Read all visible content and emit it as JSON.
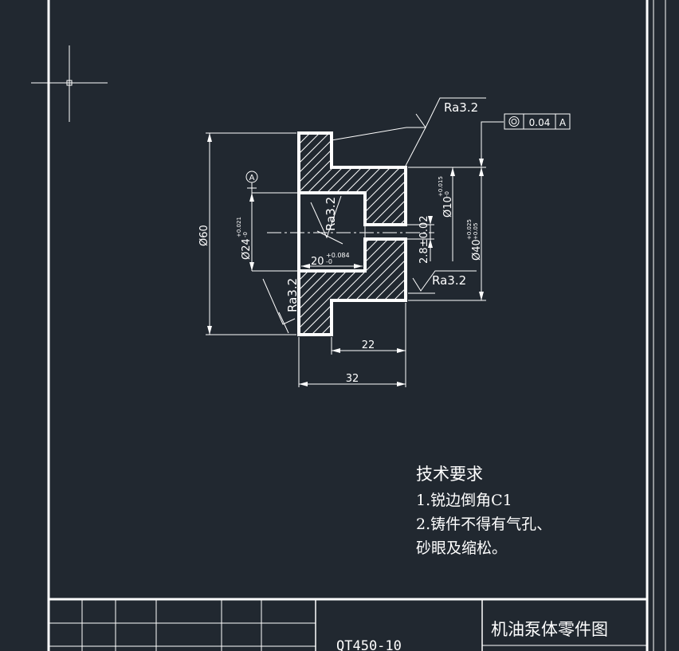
{
  "colors": {
    "background": "#212830",
    "line": "#ffffff"
  },
  "drawing": {
    "roughness_top": "Ra3.2",
    "roughness_right": "Ra3.2",
    "roughness_left": "Ra3.2",
    "roughness_bore": "Ra3.2",
    "tolerance_symbol": "concentricity-icon",
    "tolerance_value": "0.04",
    "datum_ref": "A",
    "datum_label": "A",
    "dims": {
      "d60": "Ø60",
      "d24_base": "Ø24",
      "d24_tol_upper": "+0.021",
      "d24_tol_lower": "-0",
      "d20_base": "20",
      "d20_tol_upper": "+0.084",
      "d20_tol_lower": "-0",
      "d10_base": "Ø10",
      "d10_tol_upper": "+0.015",
      "d10_tol_lower": "-0",
      "d40_base": "Ø40",
      "d40_tol_upper": "+0.025",
      "d40_tol_lower": "+0.05",
      "d28": "2.8±0.02",
      "len22": "22",
      "len32": "32"
    }
  },
  "tech_req": {
    "title": "技术要求",
    "line1": "1.锐边倒角C1",
    "line2": "2.铸件不得有气孔、",
    "line3": "砂眼及缩松。"
  },
  "title_block": {
    "material": "QT450-10",
    "name": "机油泵体零件图"
  }
}
